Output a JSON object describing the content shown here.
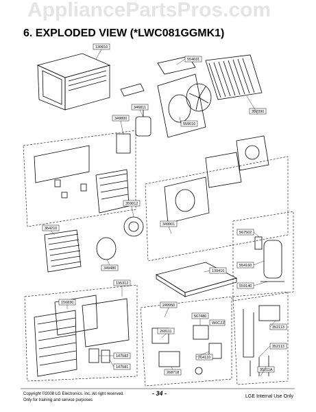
{
  "watermark": "AppliancePartsPros.com",
  "title": "6. EXPLODED VIEW (*LWC081GGMK1)",
  "parts": {
    "p130910": "130910",
    "p554031": "554031",
    "p346811": "346811",
    "p349800": "349800",
    "p559010": "559010",
    "p352390": "352390",
    "p359012": "359012",
    "p354210": "354210",
    "p349901": "349901",
    "p567502": "567502",
    "p349480": "349480",
    "p554160": "554160",
    "p130410": "130410",
    "p559140": "559140",
    "p135312": "135312",
    "p156830": "156830",
    "p249950": "249950",
    "p567480": "567480",
    "pW0CZZ": "W0CZZ",
    "p352113a": "352113",
    "p268111": "268111",
    "p352113b": "352113",
    "p147582": "147582",
    "p264110": "264110",
    "p147581": "147581",
    "p268718": "268718",
    "p35211A": "35211A"
  },
  "footer": {
    "copyright": "Copyright ©2008 LG Electronics. Inc. All right reserved.",
    "purpose": "Only for training and service purposes",
    "page": "- 34 -",
    "internal": "LGE Internal Use Only"
  }
}
